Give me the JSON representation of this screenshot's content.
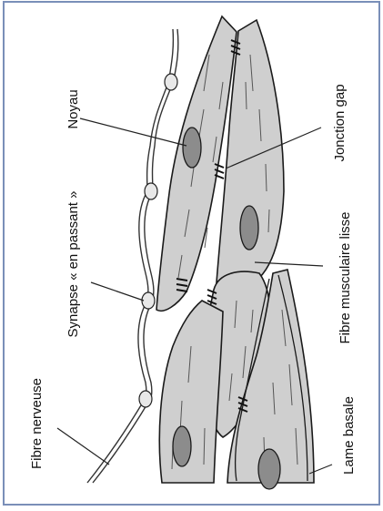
{
  "labels": {
    "fibre_nerveuse": "Fibre nerveuse",
    "synapse": "Synapse « en passant »",
    "noyau": "Noyau",
    "jonction_gap": "Jonction gap",
    "fibre_musculaire": "Fibre musculaire lisse",
    "lame_basale": "Lame basale"
  },
  "colors": {
    "cell_fill": "#cfcfcf",
    "nucleus_fill": "#8c8c8c",
    "outline": "#1a1a1a",
    "frame": "#7a8fb8"
  }
}
